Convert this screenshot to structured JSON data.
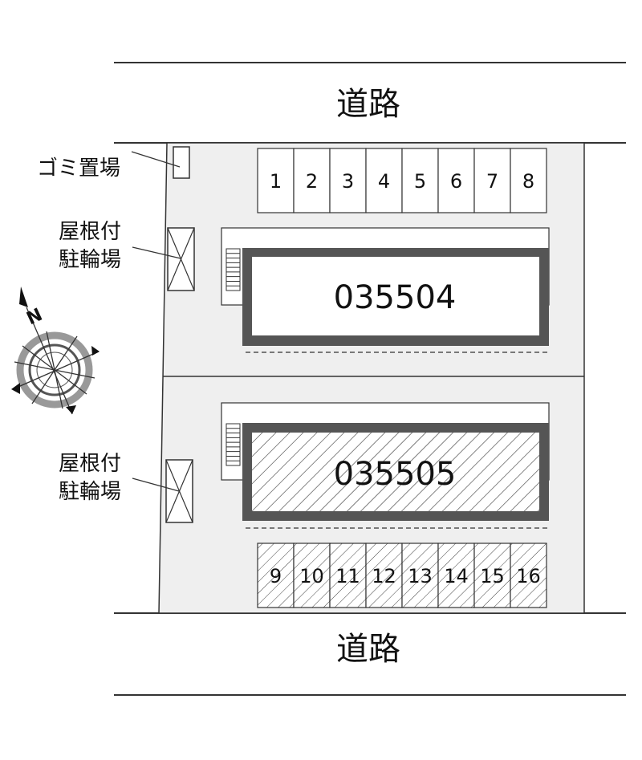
{
  "roads": {
    "top_label": "道路",
    "bottom_label": "道路"
  },
  "callouts": {
    "garbage": "ゴミ置場",
    "bike_top": [
      "屋根付",
      "駐輪場"
    ],
    "bike_bottom": [
      "屋根付",
      "駐輪場"
    ]
  },
  "buildings": {
    "north": {
      "label": "035504",
      "style": "plain"
    },
    "south": {
      "label": "035505",
      "style": "hatched"
    }
  },
  "parking": {
    "top_row": [
      "1",
      "2",
      "3",
      "4",
      "5",
      "6",
      "7",
      "8"
    ],
    "bottom_row": [
      "9",
      "10",
      "11",
      "12",
      "13",
      "14",
      "15",
      "16"
    ],
    "bottom_row_style": "hatched"
  },
  "compass": {
    "north_letter": "N",
    "icon": "compass-rose-icon"
  },
  "colors": {
    "lot_fill": "#efefef",
    "line": "#333333",
    "building_border": "#555555",
    "compass_ring": "#999999"
  }
}
